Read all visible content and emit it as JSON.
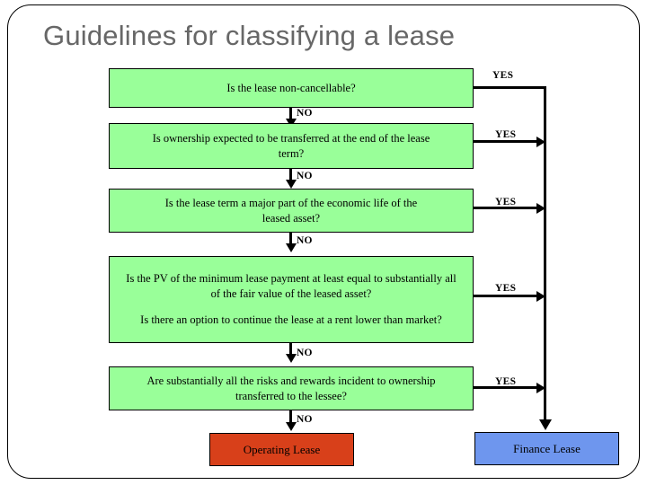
{
  "slide": {
    "title": "Guidelines for classifying a lease",
    "title_color": "#676767",
    "background": "#ffffff",
    "frame_border_color": "#000000"
  },
  "colors": {
    "decision_box": "#99FF99",
    "operating_lease_box": "#D8401A",
    "finance_lease_box": "#6E96EE",
    "connector": "#000000",
    "box_border": "#000000"
  },
  "flowchart": {
    "type": "decision-flowchart",
    "decisions": [
      {
        "id": "d1",
        "lines": [
          "Is the lease non-cancellable?"
        ],
        "yes_label": "YES",
        "no_label": "NO",
        "yes_target": "finance-lease",
        "no_target": "d2"
      },
      {
        "id": "d2",
        "lines": [
          "Is ownership expected to be transferred at the end of the lease term?"
        ],
        "yes_label": "YES",
        "no_label": "NO",
        "yes_target": "finance-lease",
        "no_target": "d3"
      },
      {
        "id": "d3",
        "lines": [
          "Is the lease term a major part of the economic life of the leased asset?"
        ],
        "yes_label": "YES",
        "no_label": "NO",
        "yes_target": "finance-lease",
        "no_target": "d4"
      },
      {
        "id": "d4",
        "lines": [
          "Is the PV of the minimum lease payment at least equal to substantially all of the fair value of the leased asset?",
          "Is there an option to continue the lease at a rent lower than market?"
        ],
        "yes_label": "YES",
        "no_label": "NO",
        "yes_target": "finance-lease",
        "no_target": "d5"
      },
      {
        "id": "d5",
        "lines": [
          "Are substantially all the risks and rewards incident to ownership transferred to the lessee?"
        ],
        "yes_label": "YES",
        "no_label": "NO",
        "yes_target": "finance-lease",
        "no_target": "operating-lease"
      }
    ],
    "terminals": [
      {
        "id": "operating-lease",
        "label": "Operating Lease"
      },
      {
        "id": "finance-lease",
        "label": "Finance Lease"
      }
    ]
  }
}
